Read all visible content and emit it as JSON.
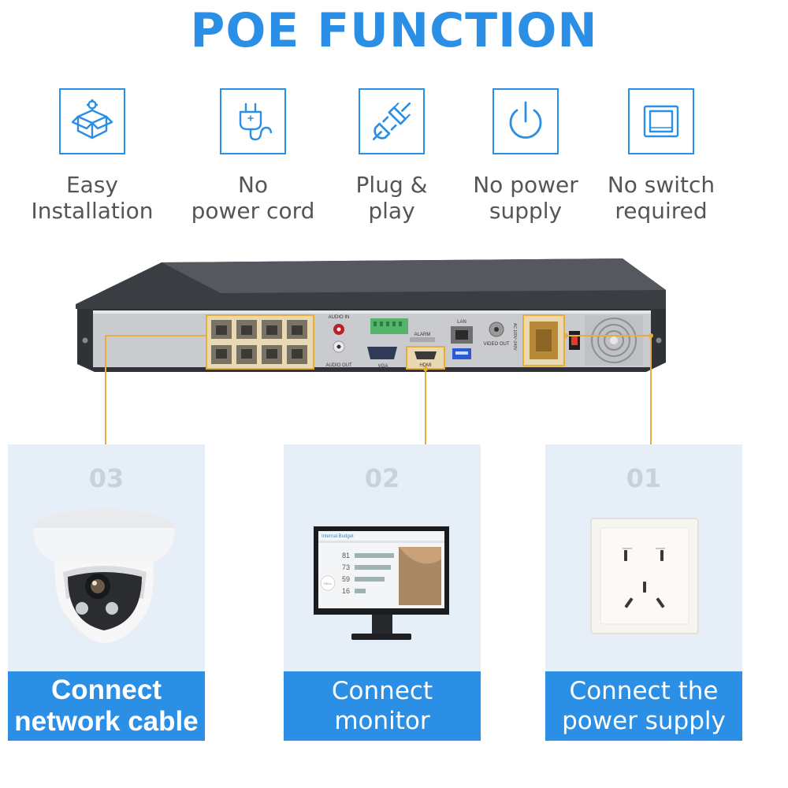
{
  "colors": {
    "accent": "#2b8fe6",
    "lead": "#e8ae3a",
    "panel_bg": "#e6eef7"
  },
  "title": "POE FUNCTION",
  "features": [
    {
      "icon": "box-gear-icon",
      "line1": "Easy",
      "line2": "Installation"
    },
    {
      "icon": "plug-cord-icon",
      "line1": "No",
      "line2": "power cord"
    },
    {
      "icon": "plug-socket-icon",
      "line1": "Plug &",
      "line2": "play"
    },
    {
      "icon": "power-icon",
      "line1": "No power",
      "line2": "supply"
    },
    {
      "icon": "switch-icon",
      "line1": "No switch",
      "line2": "required"
    }
  ],
  "nvr": {
    "audio_in": "AUDIO IN",
    "audio_out": "AUDIO OUT",
    "vga": "VGA",
    "alarm": "ALARM",
    "hdmi": "HDMI",
    "lan": "LAN",
    "video_out": "VIDEO OUT",
    "ac": "AC 100V~240V"
  },
  "panels": [
    {
      "num": "03",
      "line1": "Connect",
      "line2": "network cable"
    },
    {
      "num": "02",
      "line1": "Connect",
      "line2": "monitor"
    },
    {
      "num": "01",
      "line1": "Connect the",
      "line2": "power supply"
    }
  ],
  "monitor": {
    "header": "Internal Budget",
    "values": [
      "81",
      "73",
      "59",
      "16"
    ],
    "brand": "DELL"
  }
}
